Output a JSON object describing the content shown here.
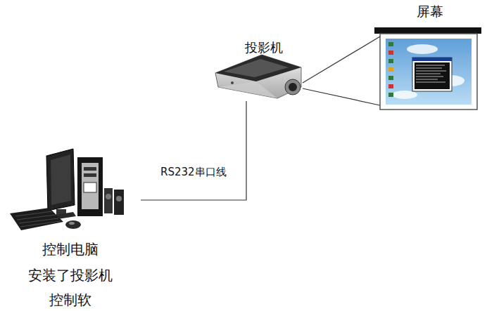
{
  "diagram": {
    "nodes": [
      {
        "text": [
          "屏幕"
        ]
      },
      {
        "text": [
          "投影机"
        ]
      },
      {
        "text": [
          "控制电脑",
          "安装了投影机 控制软"
        ]
      }
    ],
    "edges": [
      {
        "from": 2,
        "to": 1,
        "label": "RS232串口线",
        "arrow": "none"
      },
      {
        "from": 1,
        "to": 0,
        "arrow": "none"
      }
    ]
  }
}
